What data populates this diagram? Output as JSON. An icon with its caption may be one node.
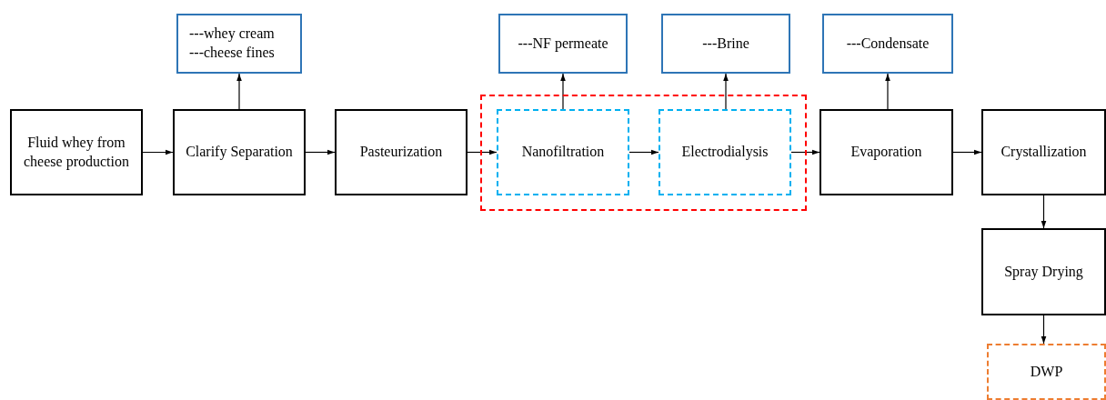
{
  "diagram": {
    "nodes": [
      {
        "text": [
          "Fluid whey from cheese production"
        ]
      },
      {
        "text": [
          "Clarify Separation"
        ]
      },
      {
        "text": [
          "---whey cream",
          "---cheese fines"
        ]
      },
      {
        "text": [
          "Pasteurization"
        ]
      },
      {
        "text": [],
        "shape": "box"
      },
      {
        "text": [
          "Nanofiltration"
        ],
        "in": 4
      },
      {
        "text": [
          "---NF permeate"
        ]
      },
      {
        "text": [
          "Electrodialysis"
        ],
        "in": 4
      },
      {
        "text": [
          "---Brine"
        ]
      },
      {
        "text": [
          "Evaporation"
        ]
      },
      {
        "text": [
          "---Condensate"
        ]
      },
      {
        "text": [
          "Crystallization"
        ]
      },
      {
        "text": [
          "Spray Drying"
        ]
      },
      {
        "text": [
          "DWP"
        ]
      }
    ],
    "edges": [
      {
        "from": 0,
        "to": 1,
        "arrow": "to"
      },
      {
        "from": 1,
        "to": 2,
        "arrow": "to"
      },
      {
        "from": 1,
        "to": 3,
        "arrow": "to"
      },
      {
        "from": 3,
        "to": 5,
        "arrow": "to"
      },
      {
        "from": 5,
        "to": 6,
        "arrow": "to"
      },
      {
        "from": 5,
        "to": 7,
        "arrow": "to"
      },
      {
        "from": 7,
        "to": 8,
        "arrow": "to"
      },
      {
        "from": 7,
        "to": 9,
        "arrow": "to"
      },
      {
        "from": 9,
        "to": 10,
        "arrow": "to"
      },
      {
        "from": 9,
        "to": 11,
        "arrow": "to"
      },
      {
        "from": 11,
        "to": 12,
        "arrow": "to"
      },
      {
        "from": 12,
        "to": 13,
        "arrow": "to"
      }
    ]
  }
}
